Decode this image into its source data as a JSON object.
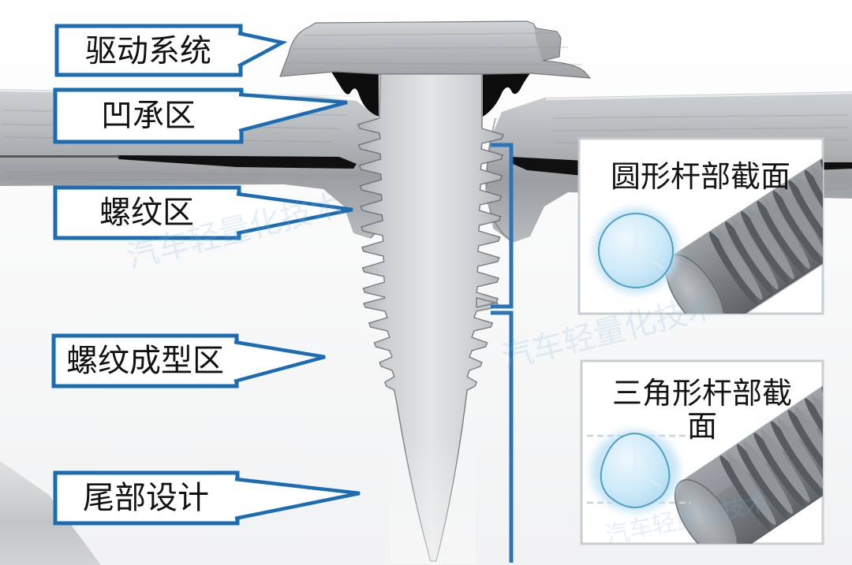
{
  "figure": {
    "description_type": "screw-cross-section-diagram",
    "callouts": [
      {
        "label": "驱动系统"
      },
      {
        "label": "凹承区"
      },
      {
        "label": "螺纹区"
      },
      {
        "label": "螺纹成型区"
      },
      {
        "label": "尾部设计"
      }
    ],
    "panels": [
      {
        "title": "圆形杆部截面",
        "title_lines": [
          "圆形杆部截面"
        ]
      },
      {
        "title": "三角形杆部截面",
        "title_lines": [
          "三角形杆部截",
          "面"
        ]
      }
    ],
    "watermark": {
      "text": "汽车轻量化技术"
    },
    "colors": {
      "callout_border_blue": "#1b6cb3",
      "bracket_blue": "#2b74ba",
      "section_fill_blue": "#cdeaf8",
      "section_stroke_blue": "#4f9fca",
      "void_black": "#0d0d0d",
      "panel_border_gray": "#c9ced2",
      "metal_gray": "#b5b8ba"
    }
  }
}
